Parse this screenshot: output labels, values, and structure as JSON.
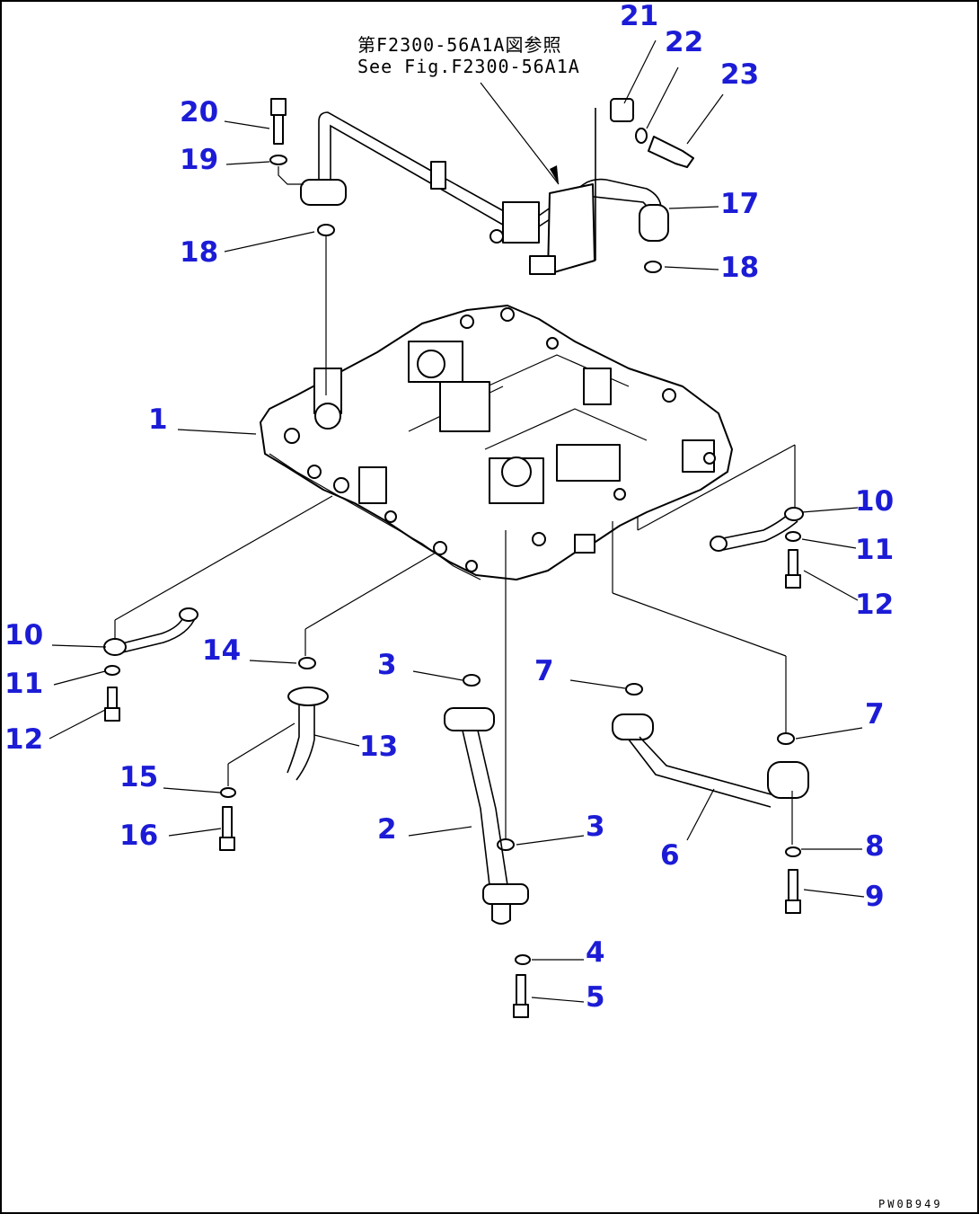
{
  "reference_note": {
    "line1": "第F2300-56A1A図参照",
    "line2": "See Fig.F2300-56A1A"
  },
  "drawing_code": "PW0B949",
  "callout_color": "#1c1cd6",
  "callouts": [
    "1",
    "2",
    "3",
    "3",
    "4",
    "5",
    "6",
    "7",
    "7",
    "8",
    "9",
    "10",
    "10",
    "11",
    "11",
    "12",
    "12",
    "13",
    "14",
    "15",
    "16",
    "17",
    "18",
    "18",
    "19",
    "20",
    "21",
    "22",
    "23"
  ]
}
